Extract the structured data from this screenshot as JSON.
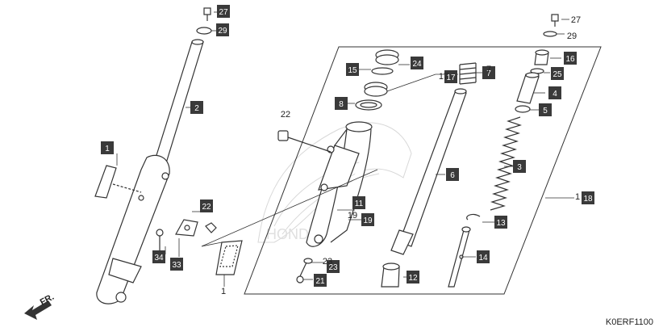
{
  "diagram": {
    "code": "K0ERF1100",
    "direction_label": "FR.",
    "watermark": "HONDA",
    "boxed_labels": [
      "27",
      "29",
      "2",
      "1",
      "22",
      "34",
      "33",
      "15",
      "24",
      "8",
      "11",
      "19",
      "23",
      "21",
      "12",
      "17",
      "7",
      "6",
      "16",
      "25",
      "4",
      "5",
      "3",
      "13",
      "14",
      "18"
    ],
    "plain_labels": [
      "22",
      "21",
      "23",
      "19",
      "17",
      "7",
      "27",
      "29",
      "1",
      "1"
    ]
  },
  "colors": {
    "box_fill": "#3a3a3a",
    "box_text": "#ffffff",
    "line": "#222222",
    "watermark": "#e6e6e6"
  }
}
